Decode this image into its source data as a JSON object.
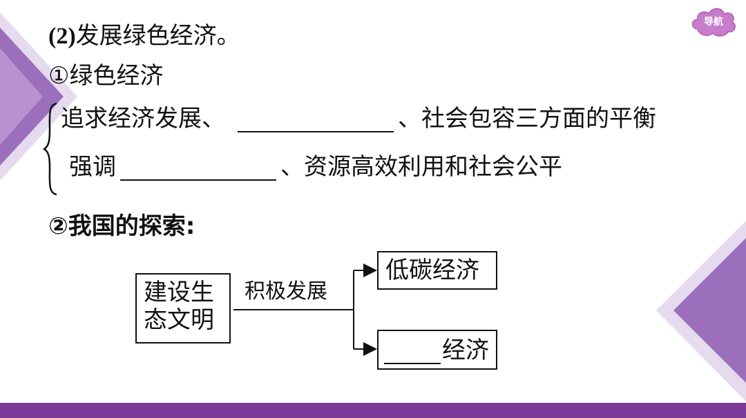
{
  "nav": {
    "label": "导航"
  },
  "section": {
    "heading_num": "(2)",
    "heading_text": "发展绿色经济。",
    "sub1": "①绿色经济",
    "line1_a": "追求经济发展、",
    "line1_b": "、社会包容三方面的平衡",
    "line2_a": "强调",
    "line2_b": "、资源高效利用和社会公平",
    "sub2": "②我国的探索:"
  },
  "diagram": {
    "source_line1": "建设生",
    "source_line2": "态文明",
    "edge_label": "积极发展",
    "target1": "低碳经济",
    "target2": "经济"
  },
  "colors": {
    "accent": "#7b3a97",
    "nav": "#c77dc9",
    "deco_light": "#d9c7e6",
    "deco_mid": "#a77cc4"
  }
}
